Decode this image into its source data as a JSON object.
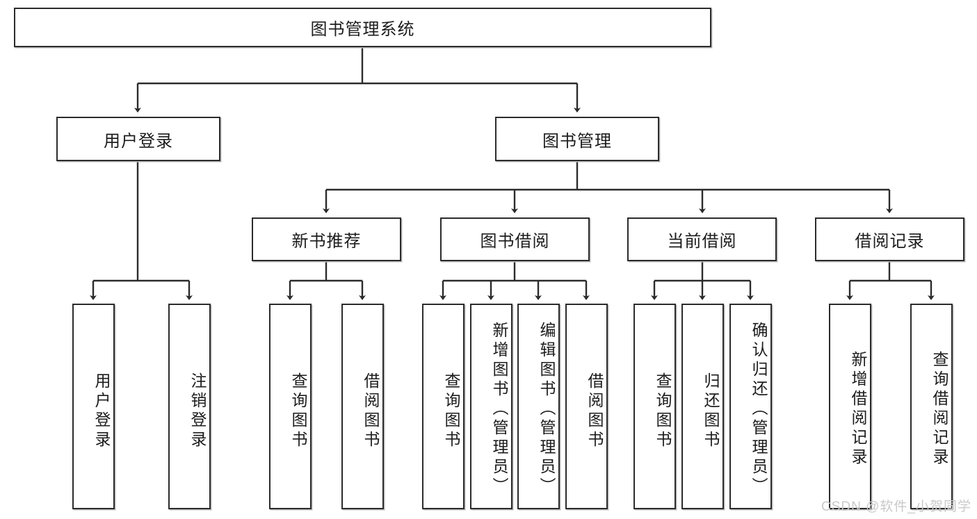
{
  "diagram": {
    "type": "hierarchy-tree",
    "title": "图书管理系统",
    "watermark": "CSDN @软件_小贺同学",
    "colors": {
      "border": "#2b2b2b",
      "background": "#ffffff",
      "text": "#1c1c1c",
      "watermark": "#c9c9c9"
    },
    "levels": {
      "root": {
        "label": "图书管理系统"
      },
      "level2": [
        {
          "id": "user-login",
          "label": "用户登录"
        },
        {
          "id": "book-manage",
          "label": "图书管理"
        }
      ],
      "level3": [
        {
          "id": "new-book-recommend",
          "label": "新书推荐"
        },
        {
          "id": "book-borrow",
          "label": "图书借阅"
        },
        {
          "id": "current-borrow",
          "label": "当前借阅"
        },
        {
          "id": "borrow-record",
          "label": "借阅记录"
        }
      ],
      "leaves": {
        "user-login": [
          {
            "id": "leaf-user-login",
            "label": "用户登录"
          },
          {
            "id": "leaf-user-logout",
            "label": "注销登录"
          }
        ],
        "new-book-recommend": [
          {
            "id": "leaf-query-book-1",
            "label": "查询图书"
          },
          {
            "id": "leaf-borrow-book-1",
            "label": "借阅图书"
          }
        ],
        "book-borrow": [
          {
            "id": "leaf-query-book-2",
            "label": "查询图书"
          },
          {
            "id": "leaf-add-book",
            "label": "新增图书（管理员）"
          },
          {
            "id": "leaf-edit-book",
            "label": "编辑图书（管理员）"
          },
          {
            "id": "leaf-borrow-book-2",
            "label": "借阅图书"
          }
        ],
        "current-borrow": [
          {
            "id": "leaf-query-book-3",
            "label": "查询图书"
          },
          {
            "id": "leaf-return-book",
            "label": "归还图书"
          },
          {
            "id": "leaf-confirm-return",
            "label": "确认归还（管理员）"
          }
        ],
        "borrow-record": [
          {
            "id": "leaf-add-record",
            "label": "新增借阅记录"
          },
          {
            "id": "leaf-query-record",
            "label": "查询借阅记录"
          }
        ]
      }
    }
  }
}
